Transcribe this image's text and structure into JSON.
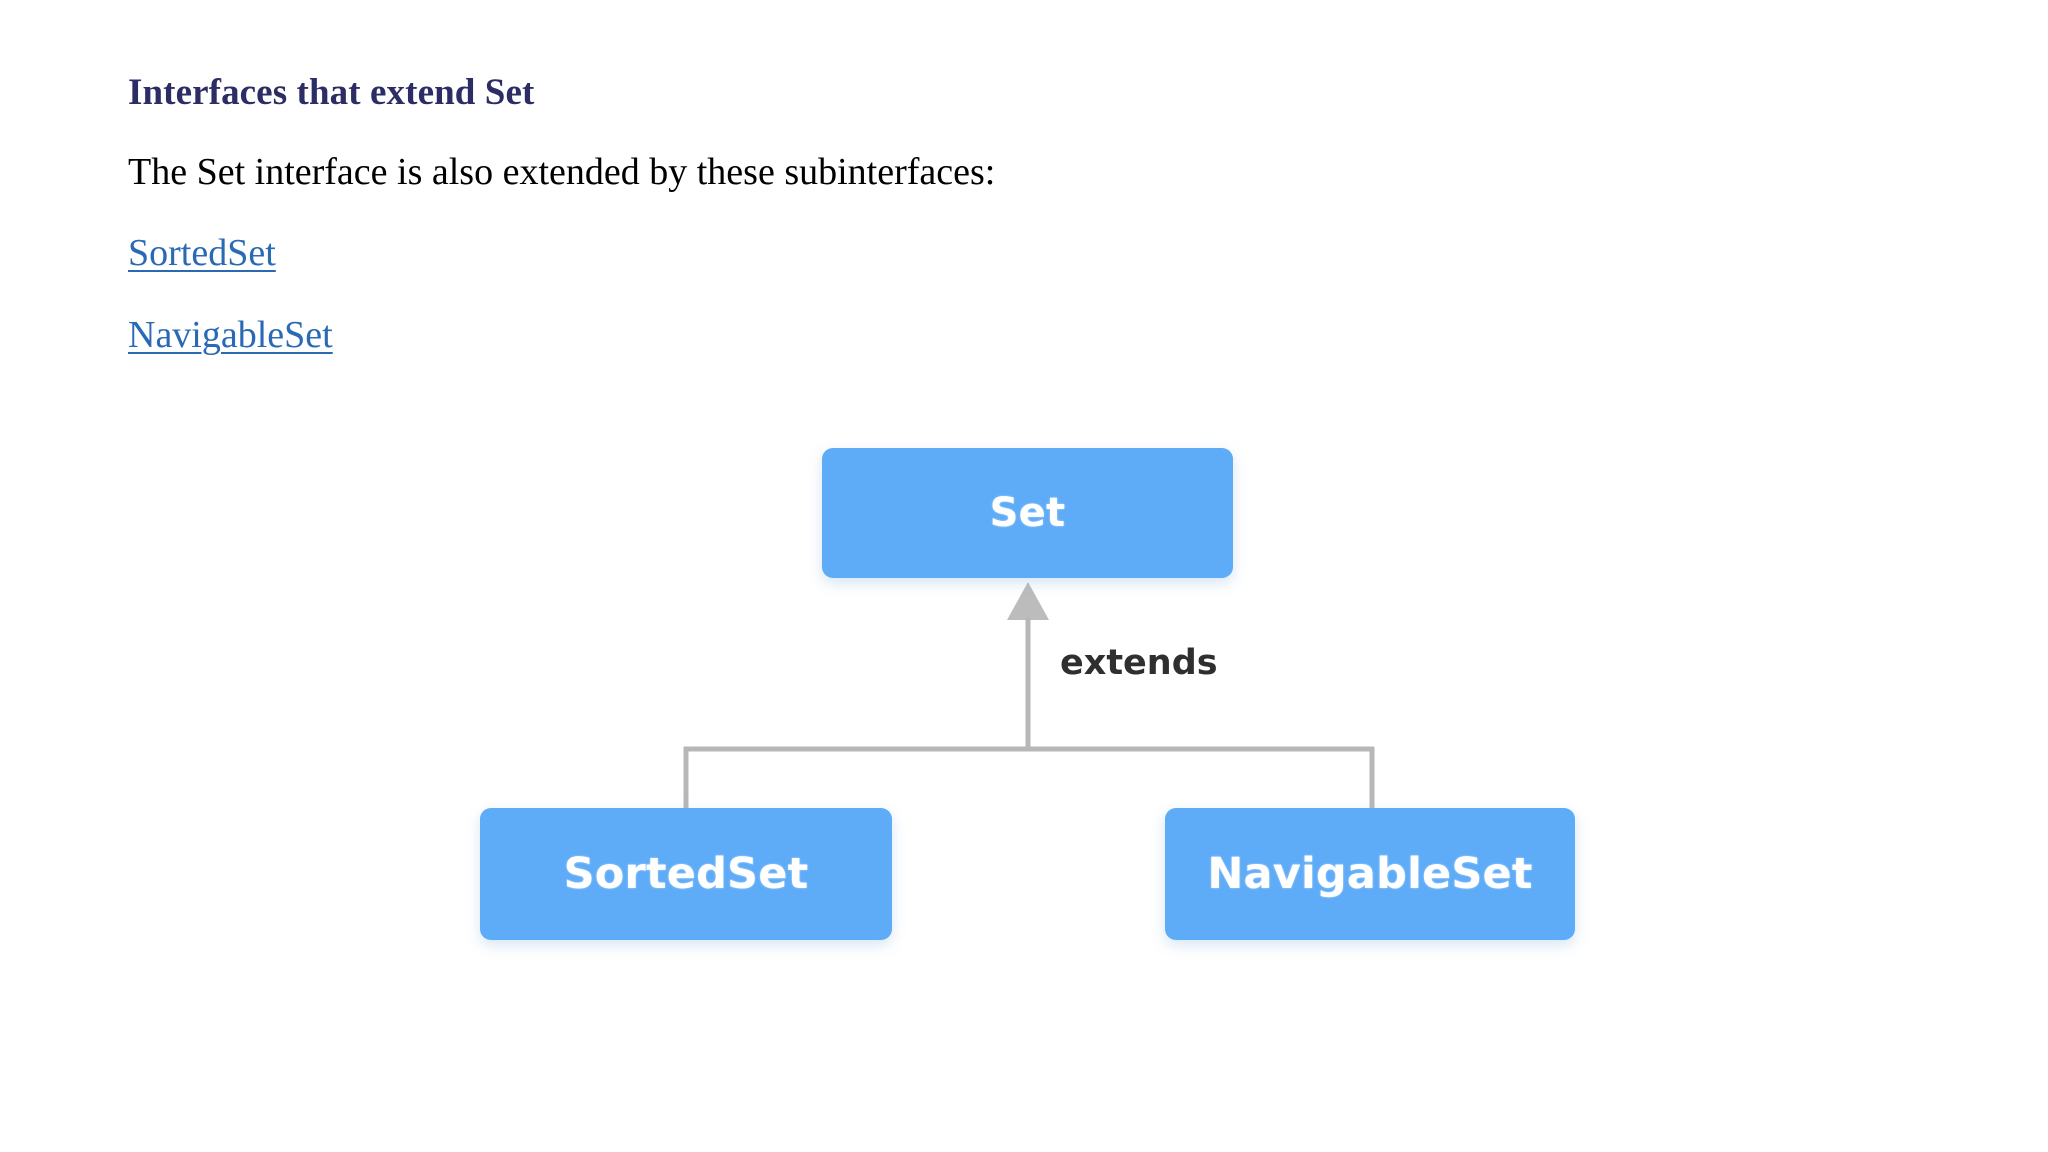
{
  "article": {
    "heading": "Interfaces that extend Set",
    "paragraph": "The Set interface is also extended by these subinterfaces:",
    "links": [
      {
        "label": "SortedSet"
      },
      {
        "label": "NavigableSet"
      }
    ]
  },
  "diagram": {
    "type": "hierarchy",
    "relationship_label": "extends",
    "arrow_direction": "child-to-parent",
    "nodes": [
      {
        "id": "set",
        "label": "Set",
        "role": "parent"
      },
      {
        "id": "sortedset",
        "label": "SortedSet",
        "role": "child"
      },
      {
        "id": "navigableset",
        "label": "NavigableSet",
        "role": "child"
      }
    ],
    "edges": [
      {
        "from": "sortedset",
        "to": "set",
        "label": "extends"
      },
      {
        "from": "navigableset",
        "to": "set",
        "label": "extends"
      }
    ],
    "colors": {
      "node_fill": "#5eabf7",
      "node_text": "#ffffff",
      "connector": "#b7b7b7",
      "edge_label": "#2f2f2f"
    }
  },
  "theme": {
    "background": "#ffffff",
    "heading_color": "#2d2d66",
    "body_color": "#000000",
    "link_color": "#2a6ab5"
  }
}
